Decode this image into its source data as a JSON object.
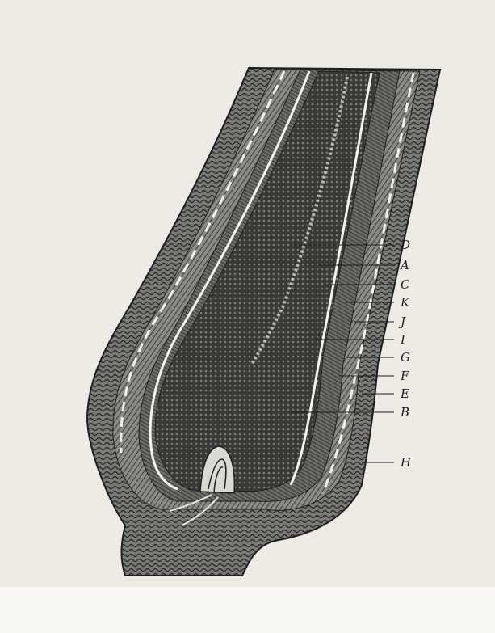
{
  "figure": {
    "labels": [
      "D",
      "A",
      "C",
      "K",
      "J",
      "I",
      "G",
      "F",
      "E",
      "B",
      "H"
    ],
    "ink_color": "#1e1e1e",
    "paper_color": "#ebeae5"
  }
}
